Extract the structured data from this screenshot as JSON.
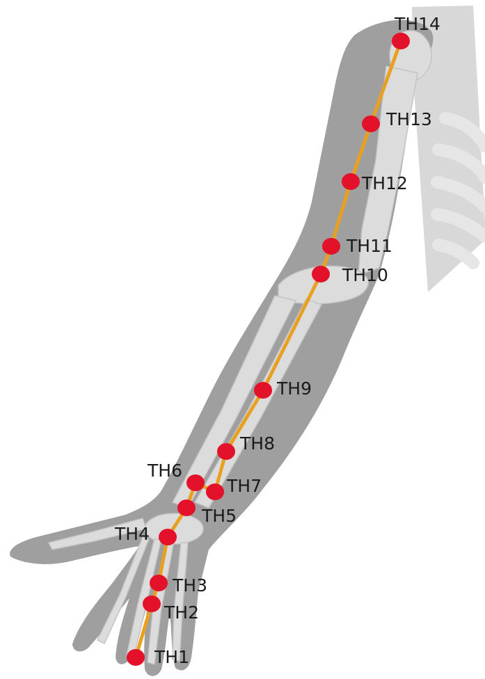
{
  "colors": {
    "background": "#ffffff",
    "skin": "#9f9f9f",
    "bone": "#dcdcdc",
    "bone_outline": "#c4c4c4",
    "meridian": "#e9a020",
    "point": "#e4112a"
  },
  "meridian_points": [
    {
      "label": "TH1"
    },
    {
      "label": "TH2"
    },
    {
      "label": "TH3"
    },
    {
      "label": "TH4"
    },
    {
      "label": "TH5"
    },
    {
      "label": "TH6"
    },
    {
      "label": "TH7"
    },
    {
      "label": "TH8"
    },
    {
      "label": "TH9"
    },
    {
      "label": "TH10"
    },
    {
      "label": "TH11"
    },
    {
      "label": "TH12"
    },
    {
      "label": "TH13"
    },
    {
      "label": "TH14"
    }
  ]
}
